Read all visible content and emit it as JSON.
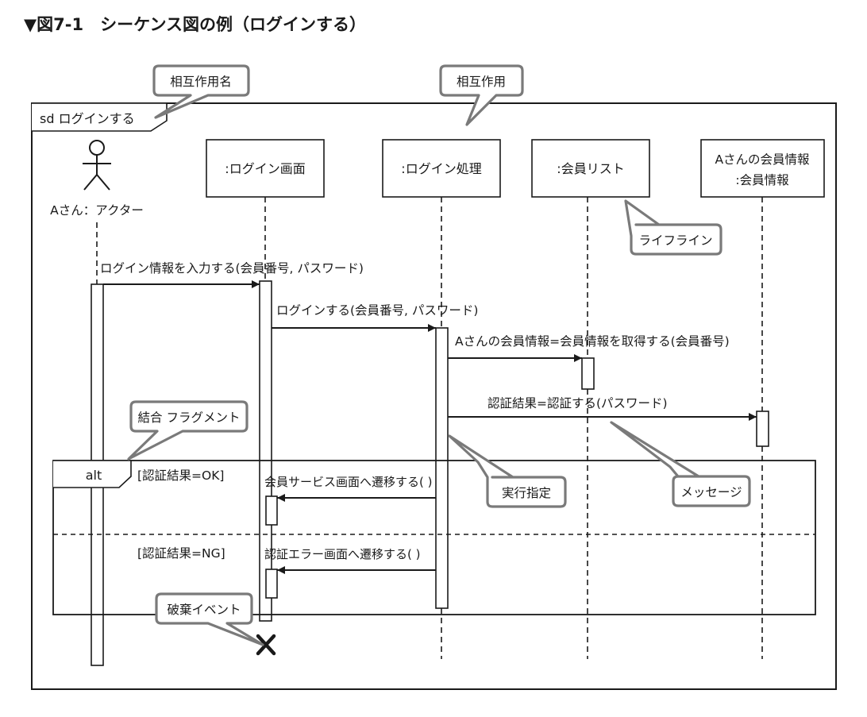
{
  "figure": {
    "title": "▼図7-1　シーケンス図の例（ログインする）"
  },
  "frame": {
    "label": "sd ログインする"
  },
  "actor": {
    "label": "Aさん：アクター"
  },
  "lifelines": [
    {
      "label": ":ログイン画面"
    },
    {
      "label": ":ログイン処理"
    },
    {
      "label": ":会員リスト"
    },
    {
      "label_line1": "Aさんの会員情報",
      "label_line2": ":会員情報"
    }
  ],
  "messages": [
    {
      "label": "ログイン情報を入力する(会員番号, パスワード)"
    },
    {
      "label": "ログインする(会員番号, パスワード)"
    },
    {
      "label": "Aさんの会員情報=会員情報を取得する(会員番号)"
    },
    {
      "label": "認証結果=認証する(パスワード)"
    },
    {
      "label": "会員サービス画面へ遷移する( )"
    },
    {
      "label": "認証エラー画面へ遷移する( )"
    }
  ],
  "fragment": {
    "operator": "alt",
    "guard_1": "[認証結果=OK]",
    "guard_2": "[認証結果=NG]"
  },
  "callouts": {
    "interaction_name": "相互作用名",
    "interaction": "相互作用",
    "lifeline": "ライフライン",
    "combined_fragment": "結合 フラグメント",
    "execution_spec": "実行指定",
    "message": "メッセージ",
    "destruction": "破棄イベント"
  },
  "colors": {
    "line": "#1a1a1a",
    "callout_border": "#7a7a7a",
    "callout_fill": "#ffffff"
  }
}
